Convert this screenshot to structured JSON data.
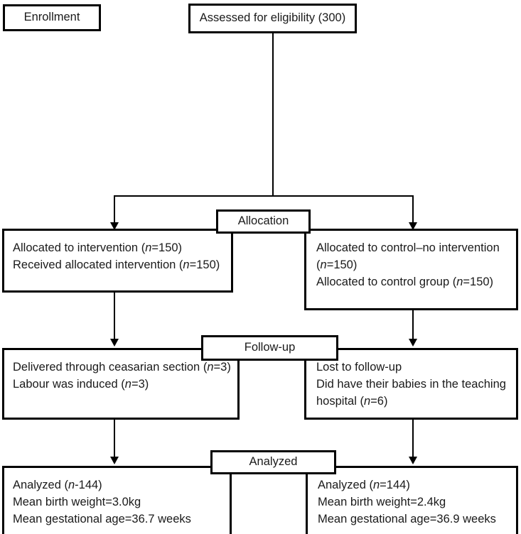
{
  "diagram": {
    "title": "CONSORT participant flow diagram",
    "line_color": "#000000",
    "text_color": "#1a1a1a",
    "background": "#ffffff"
  },
  "stages": {
    "enrollment": "Enrollment",
    "allocation": "Allocation",
    "followup": "Follow-up",
    "analyzed": "Analyzed"
  },
  "enrollment": {
    "assessed": "Assessed for eligibility (300)"
  },
  "allocation": {
    "left": "Allocated to intervention (n=150)\nReceived allocated intervention (n=150)",
    "right": "Allocated to control–no intervention\n(n=150)\nAllocated to control group (n=150)"
  },
  "followup": {
    "left": "Delivered through ceasarian section (n=3)\nLabour was induced (n=3)",
    "right": "Lost to follow-up\nDid have their babies in the teaching\nhospital (n=6)"
  },
  "analysis": {
    "left": "Analyzed (n-144)\nMean birth weight=3.0kg\nMean gestational age=36.7 weeks",
    "right": "Analyzed (n=144)\nMean birth weight=2.4kg\nMean gestational age=36.9 weeks"
  }
}
